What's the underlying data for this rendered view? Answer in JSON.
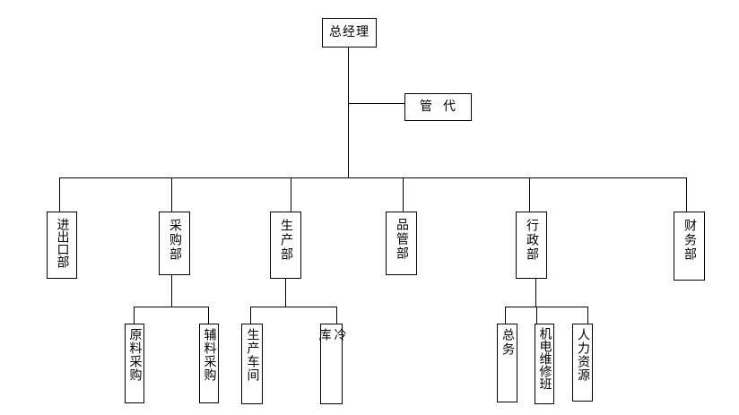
{
  "org": {
    "ceo": "总经理",
    "admin_rep": "管  代",
    "departments": {
      "import_export": "进出口部",
      "purchasing": "采购部",
      "production": "生产部",
      "quality": "品管部",
      "administration": "行政部",
      "finance": "财务部"
    },
    "sub_units": {
      "raw_material_purchasing": "原料采购",
      "auxiliary_material_purchasing": "辅料采购",
      "production_workshop": "生产车间",
      "cold_storage": "冷库",
      "general_affairs": "总务",
      "mechanical_electrical_repair": "机电维修班",
      "human_resources": "人力资源"
    }
  }
}
